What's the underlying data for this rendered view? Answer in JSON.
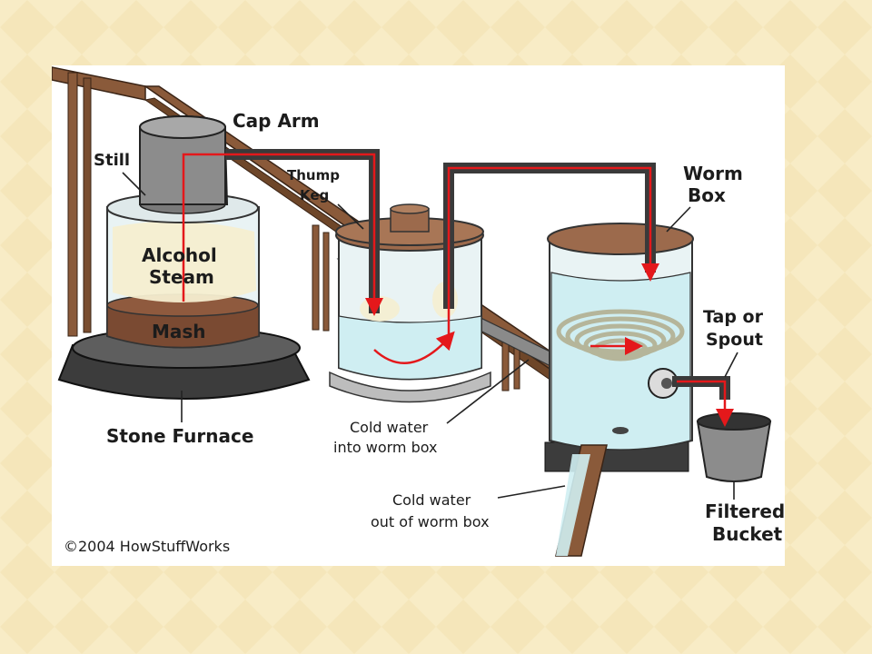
{
  "slide": {
    "background_color": "#f8ecc6",
    "pattern_color": "#f1dfa8"
  },
  "diagram": {
    "labels": {
      "cap_arm": "Cap Arm",
      "still": "Still",
      "thump_keg": [
        "Thump",
        "Keg"
      ],
      "worm_box": [
        "Worm",
        "Box"
      ],
      "alcohol_steam": [
        "Alcohol",
        "Steam"
      ],
      "mash": "Mash",
      "stone_furnace": "Stone Furnace",
      "tap_or_spout": [
        "Tap or",
        "Spout"
      ],
      "cold_water_in": [
        "Cold water",
        "into worm box"
      ],
      "cold_water_out": [
        "Cold water",
        "out of worm box"
      ],
      "filtered_bucket": [
        "Filtered",
        "Bucket"
      ],
      "copyright": "©2004 HowStuffWorks"
    },
    "colors": {
      "pipe": "#3a3a3a",
      "flow_arrow": "#e4181b",
      "wood": "#8a5a3a",
      "copper_lid": "#9c6a4c",
      "water": "#cfeef2",
      "glass": "#e9f3f4",
      "furnace": "#3c3c3c",
      "mash": "#7a4a32",
      "steam": "#f5eed0",
      "metal": "#9a9a9a"
    }
  }
}
